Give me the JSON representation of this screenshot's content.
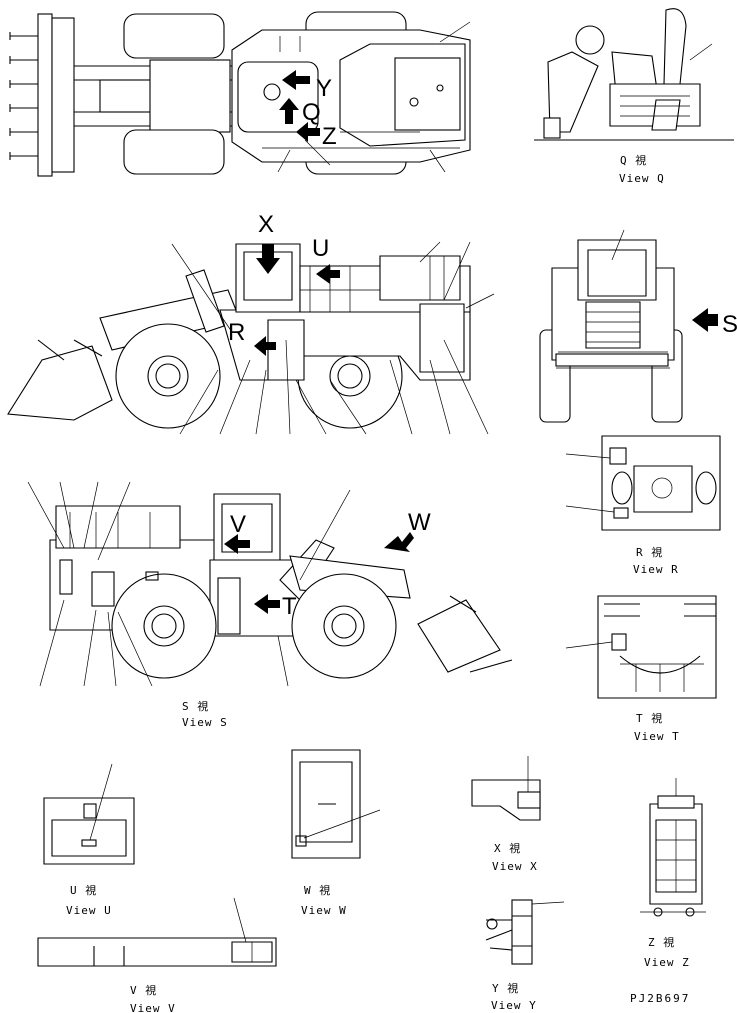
{
  "views": {
    "q": {
      "jp": "Q  視",
      "en": "View Q"
    },
    "r": {
      "jp": "R  視",
      "en": "View R"
    },
    "s": {
      "jp": "S  視",
      "en": "View S"
    },
    "t": {
      "jp": "T  視",
      "en": "View T"
    },
    "u": {
      "jp": "U  視",
      "en": "View U"
    },
    "v": {
      "jp": "V  視",
      "en": "View V"
    },
    "w": {
      "jp": "W  視",
      "en": "View W"
    },
    "x": {
      "jp": "X  視",
      "en": "View X"
    },
    "y": {
      "jp": "Y  視",
      "en": "View Y"
    },
    "z": {
      "jp": "Z  視",
      "en": "View Z"
    }
  },
  "arrows": {
    "q": "Q",
    "r": "R",
    "s": "S",
    "t": "T",
    "u": "U",
    "v": "V",
    "w": "W",
    "x": "X",
    "y": "Y",
    "z": "Z"
  },
  "drawing_code": "PJ2B697"
}
